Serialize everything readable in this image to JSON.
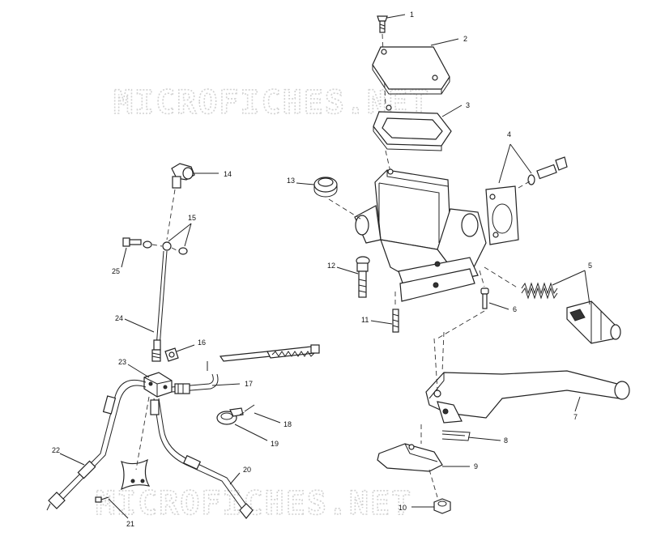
{
  "watermark": "MICROFICHES.NET",
  "callouts": [
    {
      "num": "1"
    },
    {
      "num": "2"
    },
    {
      "num": "3"
    },
    {
      "num": "4"
    },
    {
      "num": "5"
    },
    {
      "num": "6"
    },
    {
      "num": "7"
    },
    {
      "num": "8"
    },
    {
      "num": "9"
    },
    {
      "num": "10"
    },
    {
      "num": "11"
    },
    {
      "num": "12"
    },
    {
      "num": "13"
    },
    {
      "num": "14"
    },
    {
      "num": "15"
    },
    {
      "num": "16"
    },
    {
      "num": "17"
    },
    {
      "num": "18"
    },
    {
      "num": "19"
    },
    {
      "num": "20"
    },
    {
      "num": "21"
    },
    {
      "num": "22"
    },
    {
      "num": "23"
    },
    {
      "num": "24"
    },
    {
      "num": "25"
    }
  ]
}
